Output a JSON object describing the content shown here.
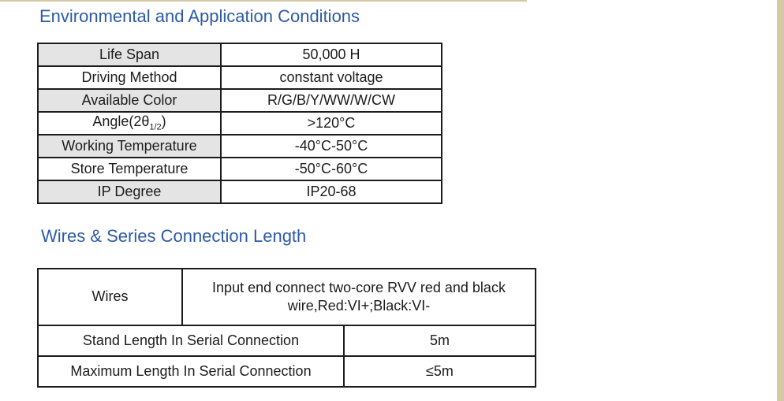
{
  "page": {
    "background": "#ffffff",
    "edge_strip_color": "#d7c9a7"
  },
  "colors": {
    "heading_blue": "#2d5ba7",
    "label_cell_gray": "#e4e4e4",
    "border_black": "#1c1c1c"
  },
  "sections": {
    "environmental": {
      "title": "Environmental and Application Conditions",
      "rows": [
        {
          "label": "Life Span",
          "value": "50,000 H"
        },
        {
          "label": "Driving Method",
          "value": "constant voltage"
        },
        {
          "label": "Available Color",
          "value": "R/G/B/Y/WW/W/CW"
        },
        {
          "label_pre": "Angle(2θ",
          "label_sub": "1/2",
          "label_post": ")",
          "value": ">120°C"
        },
        {
          "label": "Working Temperature",
          "value": "-40°C-50°C"
        },
        {
          "label": "Store Temperature",
          "value": "-50°C-60°C"
        },
        {
          "label": "IP Degree",
          "value": "IP20-68"
        }
      ]
    },
    "wires": {
      "title": "Wires & Series Connection Length",
      "wires_row": {
        "label": "Wires",
        "value": "Input end connect two-core RVV red and black wire,Red:VI+;Black:VI-"
      },
      "rows": [
        {
          "label": "Stand Length In Serial Connection",
          "value": "5m"
        },
        {
          "label": "Maximum Length In Serial Connection",
          "value": "≤5m"
        }
      ]
    }
  }
}
